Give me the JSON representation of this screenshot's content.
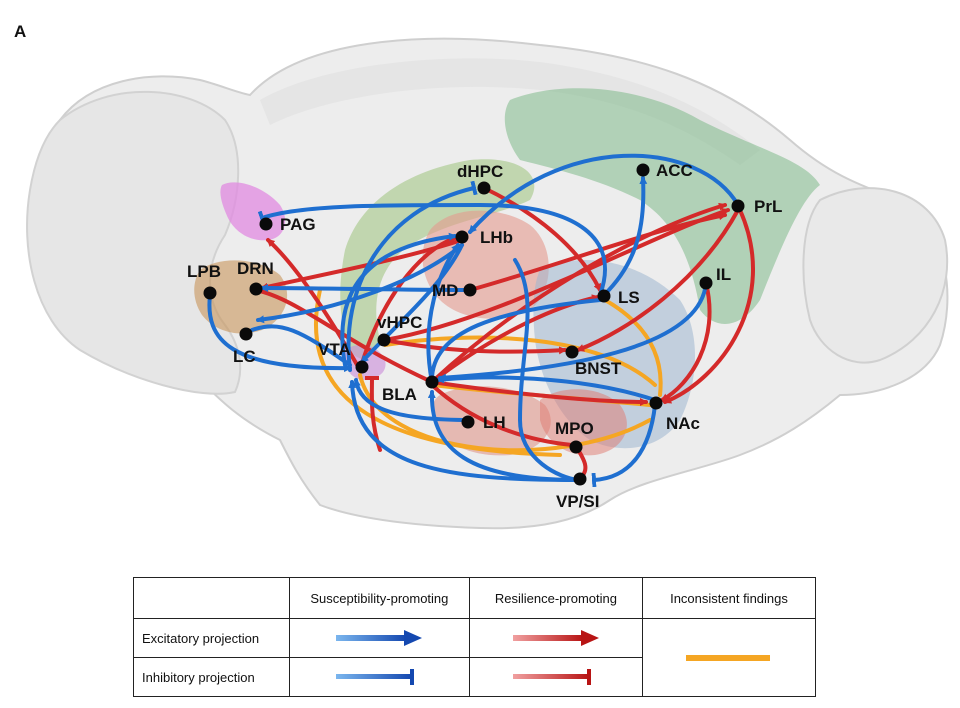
{
  "panel_letter": "A",
  "nodes": [
    {
      "id": "PAG",
      "label": "PAG"
    },
    {
      "id": "LPB",
      "label": "LPB"
    },
    {
      "id": "DRN",
      "label": "DRN"
    },
    {
      "id": "LC",
      "label": "LC"
    },
    {
      "id": "VTA",
      "label": "VTA"
    },
    {
      "id": "dHPC",
      "label": "dHPC"
    },
    {
      "id": "LHb",
      "label": "LHb"
    },
    {
      "id": "MD",
      "label": "MD"
    },
    {
      "id": "vHPC",
      "label": "vHPC"
    },
    {
      "id": "BLA",
      "label": "BLA"
    },
    {
      "id": "LH",
      "label": "LH"
    },
    {
      "id": "MPO",
      "label": "MPO"
    },
    {
      "id": "VPSI",
      "label": "VP/SI"
    },
    {
      "id": "LS",
      "label": "LS"
    },
    {
      "id": "BNST",
      "label": "BNST"
    },
    {
      "id": "NAc",
      "label": "NAc"
    },
    {
      "id": "ACC",
      "label": "ACC"
    },
    {
      "id": "PrL",
      "label": "PrL"
    },
    {
      "id": "IL",
      "label": "IL"
    }
  ],
  "edge_types": {
    "blue": "Susceptibility-promoting",
    "red": "Resilience-promoting",
    "orange": "Inconsistent findings"
  },
  "legend": {
    "headers": [
      "",
      "Susceptibility-promoting",
      "Resilience-promoting",
      "Inconsistent findings"
    ],
    "rows": [
      {
        "label": "Excitatory projection"
      },
      {
        "label": "Inhibitory projection"
      }
    ]
  },
  "colors": {
    "blue": "#1f6fd0",
    "red": "#d42a2a",
    "orange": "#f5a623",
    "brain_fill": "#ececec",
    "prefrontal_green": "#7fb98a",
    "hippocampus_green": "#9cc27c",
    "thalamus_red": "#e59a8e",
    "striatum_blue": "#9fb7cf",
    "pag_pink": "#e08ae0",
    "pons_orange": "#c8945a"
  }
}
